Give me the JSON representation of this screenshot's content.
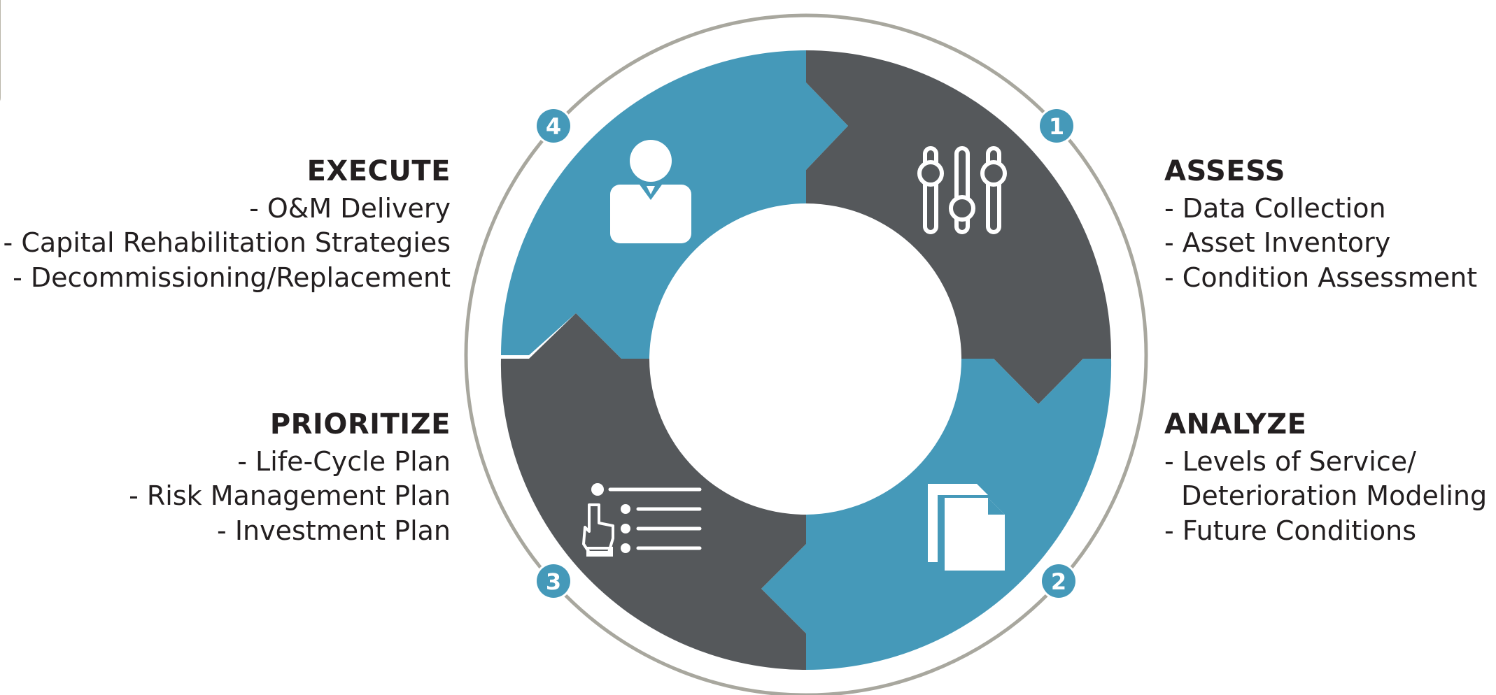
{
  "diagram": {
    "colors": {
      "blue": "#4599b9",
      "dark": "#55585b",
      "ring": "#a8a79e",
      "text": "#231f20"
    },
    "steps": [
      {
        "number": "1",
        "title": "ASSESS",
        "icon": "sliders-icon",
        "items": [
          "- Data Collection",
          "- Asset Inventory",
          "- Condition Assessment"
        ]
      },
      {
        "number": "2",
        "title": "ANALYZE",
        "icon": "documents-icon",
        "items": [
          "- Levels of Service/",
          "  Deterioration Modeling",
          "- Future Conditions"
        ]
      },
      {
        "number": "3",
        "title": "PRIORITIZE",
        "icon": "checklist-icon",
        "items": [
          "- Life-Cycle Plan",
          "- Risk Management Plan",
          "- Investment Plan"
        ]
      },
      {
        "number": "4",
        "title": "EXECUTE",
        "icon": "person-icon",
        "items": [
          "- O&M Delivery",
          "- Capital Rehabilitation Strategies",
          "- Decommissioning/Replacement"
        ]
      }
    ]
  }
}
